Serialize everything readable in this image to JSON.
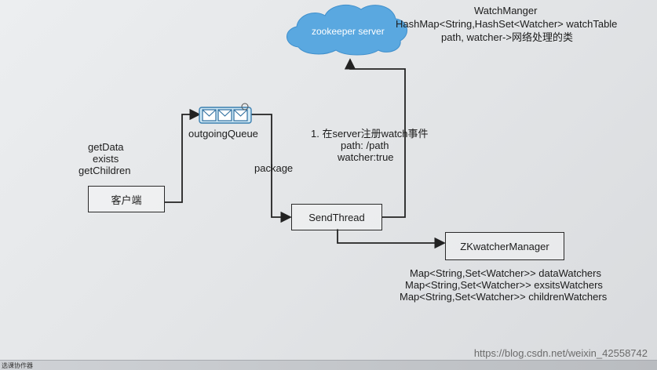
{
  "cloud_label": "zookeeper server",
  "watch_manager": {
    "title": "WatchManger",
    "line1": "HashMap<String,HashSet<Watcher> watchTable",
    "line2": "path, watcher->网络处理的类"
  },
  "queue_label": "outgoingQueue",
  "client_ops": [
    "getData",
    "exists",
    "getChildren"
  ],
  "client_box": "客户端",
  "package_label": "package",
  "register_note": {
    "line1": "1. 在server注册watch事件",
    "line2": "path: /path",
    "line3": "watcher:true"
  },
  "send_thread_box": "SendThread",
  "zk_manager_box": "ZKwatcherManager",
  "zk_maps": [
    "Map<String,Set<Watcher>>  dataWatchers",
    "Map<String,Set<Watcher>>  exsitsWatchers",
    "Map<String,Set<Watcher>>  childrenWatchers"
  ],
  "watermark": "https://blog.csdn.net/weixin_42558742",
  "bottom_bar_text": "选课协作器"
}
